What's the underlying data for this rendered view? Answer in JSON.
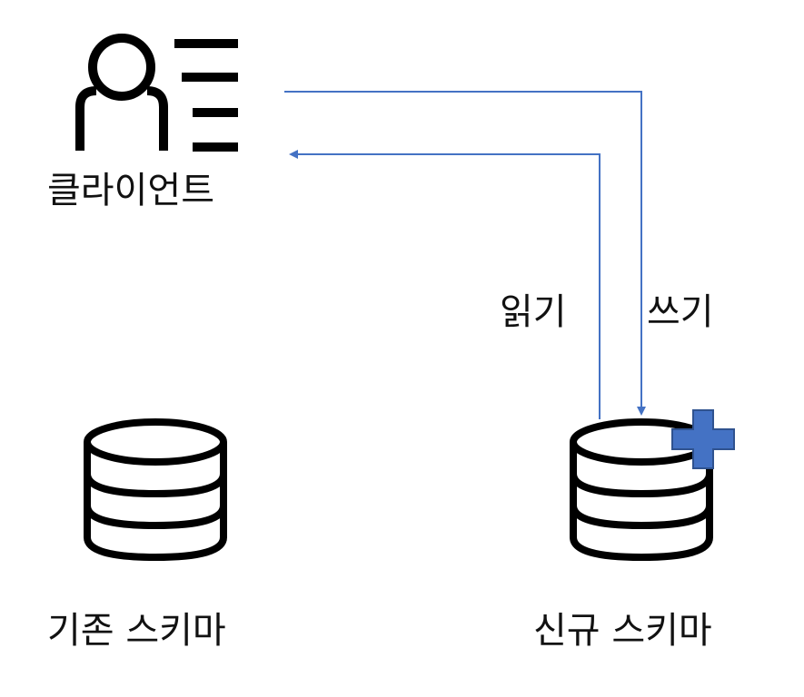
{
  "client": {
    "label": "클라이언트",
    "icon": "user-list-icon"
  },
  "flows": {
    "read_label": "읽기",
    "write_label": "쓰기"
  },
  "old_schema": {
    "label": "기존 스키마",
    "icon": "database-icon"
  },
  "new_schema": {
    "label": "신규 스키마",
    "icon": "database-icon",
    "badge_icon": "plus-icon"
  },
  "colors": {
    "arrow": "#4472C4",
    "plus_fill": "#4472C4",
    "plus_stroke": "#2F528F",
    "stroke": "#000000"
  }
}
